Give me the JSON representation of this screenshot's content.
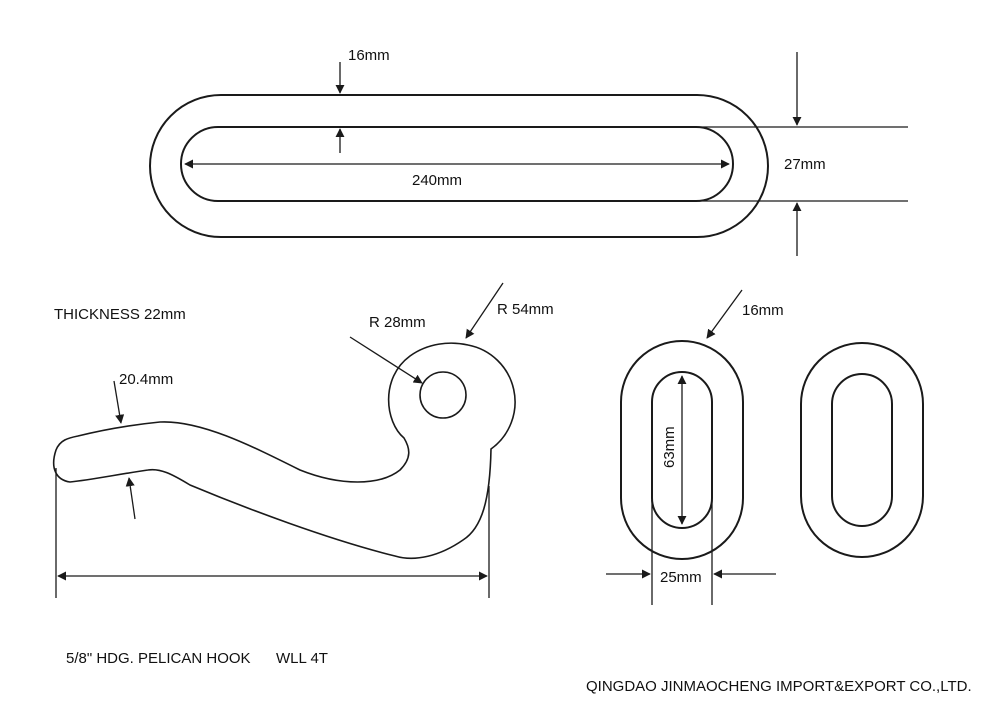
{
  "colors": {
    "line": "#1a1a1a",
    "background": "#ffffff"
  },
  "long_link": {
    "thickness_label": "16mm",
    "length_label": "240mm",
    "inner_width_label": "27mm"
  },
  "pelican_hook": {
    "thickness_note": "THICKNESS 22mm",
    "eye_radius_label": "R 28mm",
    "outer_radius_label": "R 54mm",
    "tip_label": "20.4mm",
    "title": "5/8\" HDG. PELICAN HOOK",
    "wll": "WLL 4T"
  },
  "small_link": {
    "thickness_label": "16mm",
    "inner_length_label": "63mm",
    "inner_width_label": "25mm"
  },
  "company": "QINGDAO JINMAOCHENG IMPORT&EXPORT CO.,LTD."
}
